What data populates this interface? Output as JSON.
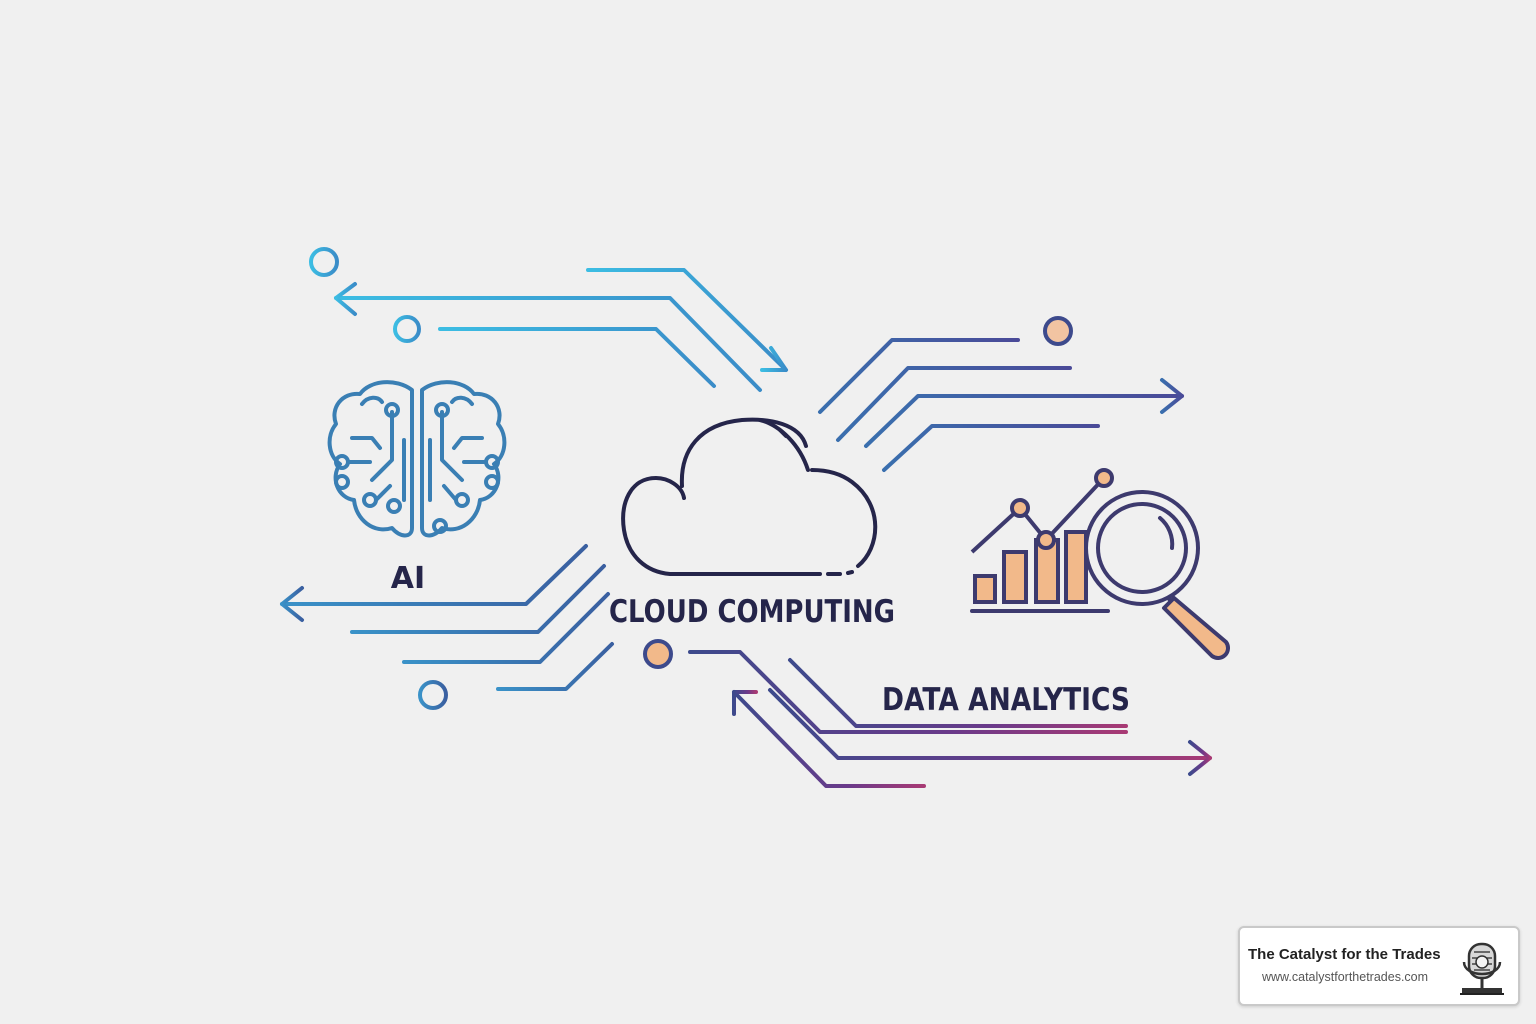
{
  "labels": {
    "ai": "AI",
    "cloud": "CLOUD COMPUTING",
    "analytics": "DATA ANALYTICS"
  },
  "brand": {
    "name": "The Catalyst for the Trades",
    "url": "www.catalystforthetrades.com"
  },
  "icons": {
    "ai": "brain-circuit-icon",
    "cloud": "cloud-icon",
    "analytics": "bar-chart-magnifier-icon",
    "logo": "vintage-microphone-icon"
  },
  "colors": {
    "background": "#f0f0f0",
    "cyan": "#3cb6dc",
    "blue": "#3a7fb4",
    "indigo": "#3d4a8c",
    "navy": "#25254a",
    "purple": "#6a3a8a",
    "magenta": "#a23a78",
    "orange_fill": "#f2b98a",
    "orange_stroke": "#c98a5a"
  }
}
